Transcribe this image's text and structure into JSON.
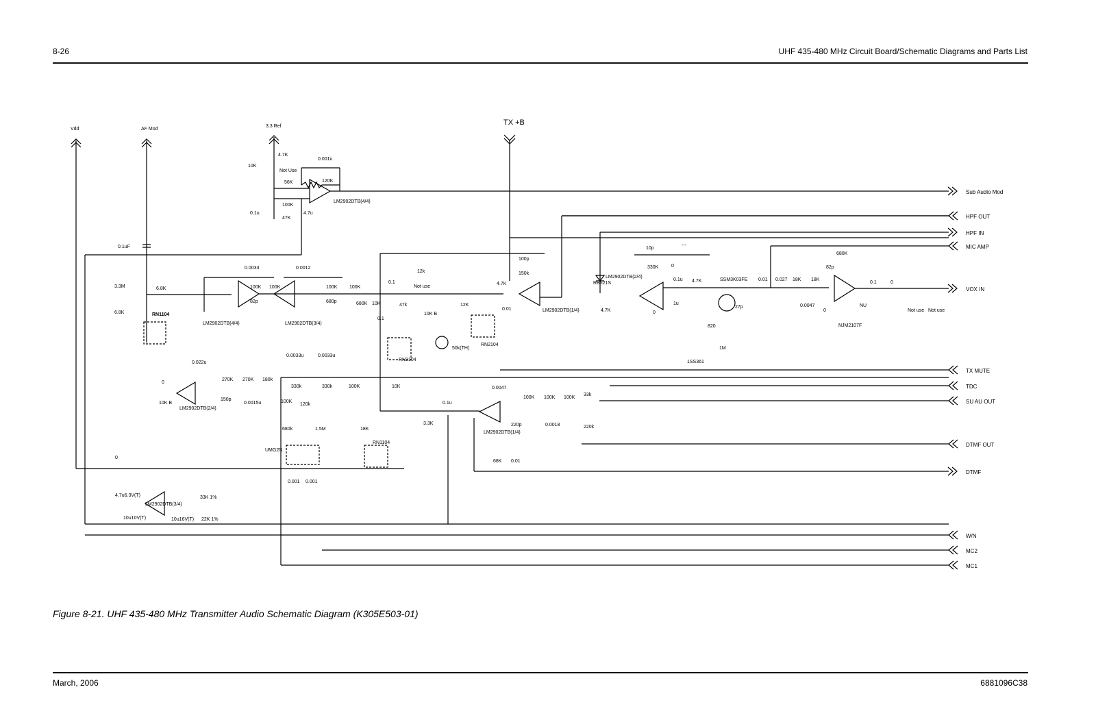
{
  "header": {
    "page_number": "8-26",
    "title": "UHF 435-480 MHz Circuit Board/Schematic Diagrams and Parts List"
  },
  "footer": {
    "date": "March, 2006",
    "doc_number": "6881096C38"
  },
  "caption": "Figure 8-21. UHF 435-480 MHz Transmitter Audio Schematic Diagram (K305E503-01)",
  "schematic": {
    "supply_ports": [
      {
        "name": "Vdd"
      },
      {
        "name": "AF Mod"
      },
      {
        "name": "3.3 Ref"
      },
      {
        "name": "TX +B"
      }
    ],
    "edge_ports": [
      {
        "name": "Sub Audio Mod",
        "direction": "out"
      },
      {
        "name": "HPF OUT",
        "direction": "in"
      },
      {
        "name": "HPF IN",
        "direction": "out"
      },
      {
        "name": "MIC AMP",
        "direction": "in"
      },
      {
        "name": "VOX IN",
        "direction": "out"
      },
      {
        "name": "TX MUTE",
        "direction": "in"
      },
      {
        "name": "TDC",
        "direction": "in"
      },
      {
        "name": "SU AU OUT",
        "direction": "in"
      },
      {
        "name": "DTMF OUT",
        "direction": "in"
      },
      {
        "name": "DTMF",
        "direction": "out"
      },
      {
        "name": "W/N",
        "direction": "in"
      },
      {
        "name": "MC2",
        "direction": "in"
      },
      {
        "name": "MC1",
        "direction": "in"
      }
    ],
    "components": {
      "R675": "4.7K",
      "RV603": "10K",
      "R676": "Not Use",
      "C647": "0.001u",
      "R677": "56K",
      "R680": "120K",
      "R678": "100K",
      "C648": "0.1u",
      "R679": "47K",
      "C646": "4.7u",
      "Q610D": "LM2902DTB(4/4)",
      "C601": "0.1uF",
      "R601": "3.3M",
      "R604": "6.8K",
      "R602": "6.8K",
      "Q601": "RN1104",
      "C602": "0.0033",
      "R605": "100K",
      "C603": "82p",
      "Q602D": "LM2902DTB(4/4)",
      "R606": "100K",
      "C604": "0.0012",
      "R607": "100K",
      "C605": "680p",
      "Q602C": "LM2902DTB(3/4)",
      "R608": "100K",
      "R609": "680K",
      "R610": "10K",
      "C606": "0.1",
      "C607": "0.1",
      "R689": "12k",
      "C608": "Not use",
      "R612": "47k",
      "RV601": "10K B",
      "R611": "50k(TH)",
      "R615": "12K",
      "Q605": "RN2104",
      "Q613": "RN2104",
      "R616": "4.7K",
      "C642": "0.01",
      "C636": "100p",
      "R617": "150k",
      "Q602A": "LM2902DTB(1/4)",
      "Q604": "RB521S",
      "Q602B": "LM2902DTB(2/4)",
      "C612": "10p",
      "R660": "---",
      "R621": "330K",
      "R657": "0",
      "R620": "4.7K",
      "R622": "0",
      "C629": "0.1u",
      "C644": "1u",
      "R655": "4.7K",
      "Q616": "SSM3K03FE",
      "C639": "27p",
      "R658": "820",
      "R645": "1M",
      "Q615": "1SS361",
      "C615": "0.01",
      "C616": "0.027",
      "C617": "0.0047",
      "R625": "18K",
      "R626": "18K",
      "R627": "680K",
      "C618": "82p",
      "R628": "0",
      "Q617": "NJM2107F",
      "R629": "NU",
      "C619": "0.1",
      "R669": "0",
      "R631": "Not use",
      "C620": "Not use",
      "C623": "0.022u",
      "R636": "0",
      "RV602": "10K B",
      "Q610B": "LM2902DTB(2/4)",
      "R638": "270K",
      "C624": "150p",
      "R639": "270K",
      "C627": "0.0015u",
      "R640": "180k",
      "R641": "100K",
      "C641": "0.0033u",
      "C643": "0.0033u",
      "R665": "330k",
      "R667": "330k",
      "R666": "120k",
      "R663": "100K",
      "R661": "10K",
      "R634": "680k",
      "R635": "1.5M",
      "Q609": "UMG2N",
      "C621": "0.001",
      "C622": "0.001",
      "R633": "18K",
      "Q606": "RN1104",
      "C630": "0.1u",
      "R646": "3.3K",
      "C631": "0.0047",
      "Q610A": "LM2902DTB(1/4)",
      "R649": "100K",
      "R650": "100K",
      "R651": "100K",
      "C632": "220p",
      "C634": "0.0018",
      "R652": "33k",
      "R681": "220k",
      "R648": "68K",
      "C633": "0.01",
      "R637": "0",
      "C625": "4.7u6.3V(T)",
      "C626": "10u10V(T)",
      "Q610C": "LM2902DTB(3/4)",
      "R642": "33K 1%",
      "R643": "22K 1%",
      "C628": "10u16V(T)"
    }
  }
}
